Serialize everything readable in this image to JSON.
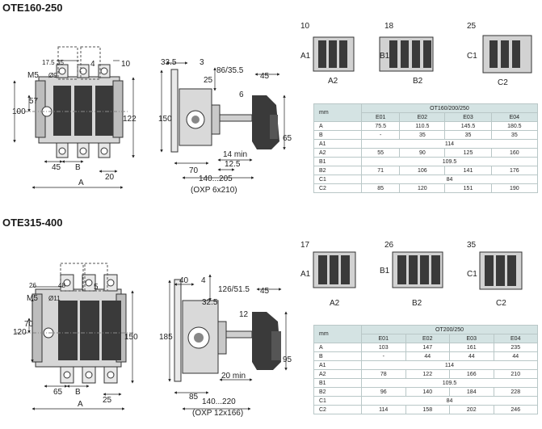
{
  "sections": [
    {
      "title": "OTE160-250",
      "front": {
        "d1": "17.5",
        "d2": "35",
        "d3": "4",
        "d4": "10",
        "m": "M5",
        "hole": "Ø9",
        "h1": "57",
        "h2": "100",
        "h3": "122",
        "w1": "45",
        "w2": "B",
        "w3": "20",
        "w4": "A"
      },
      "side": {
        "d1": "33.5",
        "d2": "3",
        "d3": "86/35.5",
        "d4": "25",
        "d5": "6",
        "d6": "45",
        "d7": "150",
        "d8": "65",
        "d9": "14 min",
        "d10": "12.5",
        "d11": "70",
        "d12": "140...205",
        "note": "(OXP 6x210)"
      },
      "variants": [
        {
          "dim": "10",
          "label": "A1",
          "bottom": "A2"
        },
        {
          "dim": "18",
          "label": "B1",
          "bottom": "B2"
        },
        {
          "dim": "25",
          "label": "C1",
          "bottom": "C2"
        }
      ],
      "table": {
        "corner": "mm",
        "group": "OT160/200/250",
        "cols": [
          "E01",
          "E02",
          "E03",
          "E04"
        ],
        "rows": [
          {
            "label": "A",
            "cells": [
              "75.5",
              "110.5",
              "145.5",
              "180.5"
            ]
          },
          {
            "label": "B",
            "cells": [
              "-",
              "35",
              "35",
              "35"
            ]
          },
          {
            "label": "A1",
            "span": "114"
          },
          {
            "label": "A2",
            "cells": [
              "55",
              "90",
              "125",
              "160"
            ]
          },
          {
            "label": "B1",
            "span": "109.5"
          },
          {
            "label": "B2",
            "cells": [
              "71",
              "106",
              "141",
              "176"
            ]
          },
          {
            "label": "C1",
            "span": "84"
          },
          {
            "label": "C2",
            "cells": [
              "85",
              "120",
              "151",
              "190"
            ]
          }
        ]
      }
    },
    {
      "title": "OTE315-400",
      "front": {
        "d1": "26",
        "d2": "48",
        "d3": "5",
        "m": "M5",
        "hole": "Ø11",
        "h1": "70",
        "h2": "120",
        "h3": "150",
        "w1": "65",
        "w2": "B",
        "w3": "25",
        "w4": "A"
      },
      "side": {
        "d1": "40",
        "d2": "4",
        "d3": "126/51.5",
        "d4": "32.5",
        "d5": "12",
        "d6": "45",
        "d7": "185",
        "d8": "95",
        "d9": "20 min",
        "d10": "85",
        "d11": "140...220",
        "note": "(OXP 12x166)"
      },
      "variants": [
        {
          "dim": "17",
          "label": "A1",
          "bottom": "A2"
        },
        {
          "dim": "26",
          "label": "B1",
          "bottom": "B2"
        },
        {
          "dim": "35",
          "label": "C1",
          "bottom": "C2"
        }
      ],
      "table": {
        "corner": "mm",
        "group": "OT200/250",
        "cols": [
          "E01",
          "E02",
          "E03",
          "E04"
        ],
        "rows": [
          {
            "label": "A",
            "cells": [
              "103",
              "147",
              "161",
              "235"
            ]
          },
          {
            "label": "B",
            "cells": [
              "-",
              "44",
              "44",
              "44"
            ]
          },
          {
            "label": "A1",
            "span": "114"
          },
          {
            "label": "A2",
            "cells": [
              "78",
              "122",
              "166",
              "210"
            ]
          },
          {
            "label": "B1",
            "span": "109.5"
          },
          {
            "label": "B2",
            "cells": [
              "96",
              "140",
              "184",
              "228"
            ]
          },
          {
            "label": "C1",
            "span": "84"
          },
          {
            "label": "C2",
            "cells": [
              "114",
              "158",
              "202",
              "246"
            ]
          }
        ]
      }
    }
  ]
}
